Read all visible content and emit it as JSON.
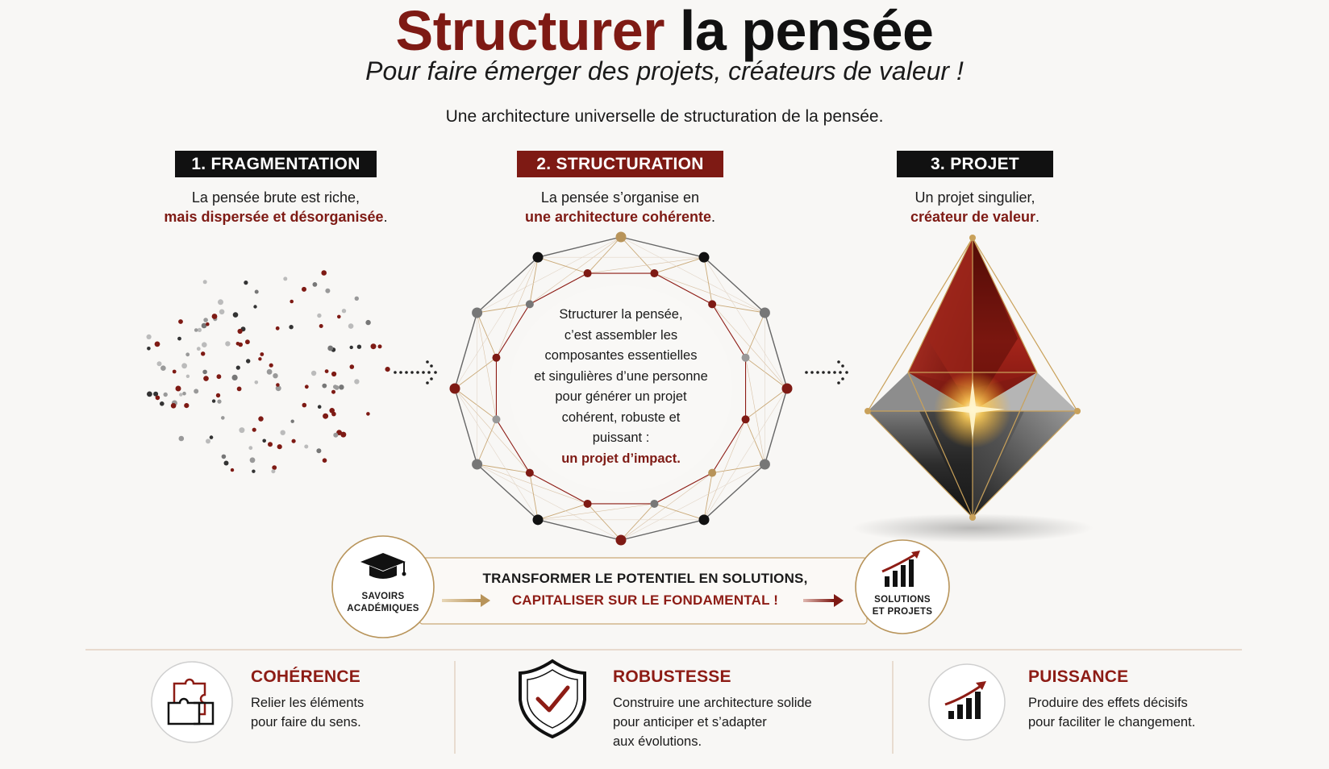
{
  "title": {
    "part1": "Structurer",
    "part2": "la pensée"
  },
  "subtitle": "Pour faire émerger des projets, créateurs de valeur !",
  "tagline": "Une architecture universelle de structuration de la pensée.",
  "steps": [
    {
      "label": "1. FRAGMENTATION",
      "line1": "La pensée brute est riche,",
      "line2": "mais dispersée et désorganisée",
      "line2_end": "."
    },
    {
      "label": "2. STRUCTURATION",
      "line1": "La pensée s’organise en",
      "line2": "une architecture cohérente",
      "line2_end": "."
    },
    {
      "label": "3. PROJET",
      "line1": "Un projet singulier,",
      "line2": "créateur de valeur",
      "line2_end": "."
    }
  ],
  "core": {
    "lines": [
      "Structurer la pensée,",
      "c’est assembler les",
      "composantes essentielles",
      "et singulières d’une personne",
      "pour générer un projet",
      "cohérent, robuste et",
      "puissant :"
    ],
    "highlight": "un projet d’impact."
  },
  "banner": {
    "left_label_1": "SAVOIRS",
    "left_label_2": "ACADÉMIQUES",
    "line1": "TRANSFORMER LE POTENTIEL EN SOLUTIONS,",
    "line2": "CAPITALISER SUR LE FONDAMENTAL !",
    "right_label_1": "SOLUTIONS",
    "right_label_2": "ET PROJETS"
  },
  "pillars": [
    {
      "title": "COHÉRENCE",
      "desc": [
        "Relier les éléments",
        "pour faire du sens."
      ],
      "icon": "puzzle-icon"
    },
    {
      "title": "ROBUSTESSE",
      "desc": [
        "Construire une architecture solide",
        "pour anticiper et s’adapter",
        "aux évolutions."
      ],
      "icon": "shield-check-icon"
    },
    {
      "title": "PUISSANCE",
      "desc": [
        "Produire des effets décisifs",
        "pour faciliter le changement."
      ],
      "icon": "growth-chart-icon"
    }
  ],
  "colors": {
    "accent": "#7e1a14",
    "dark": "#111111",
    "gold": "#b8945a",
    "background": "#f8f7f5"
  }
}
